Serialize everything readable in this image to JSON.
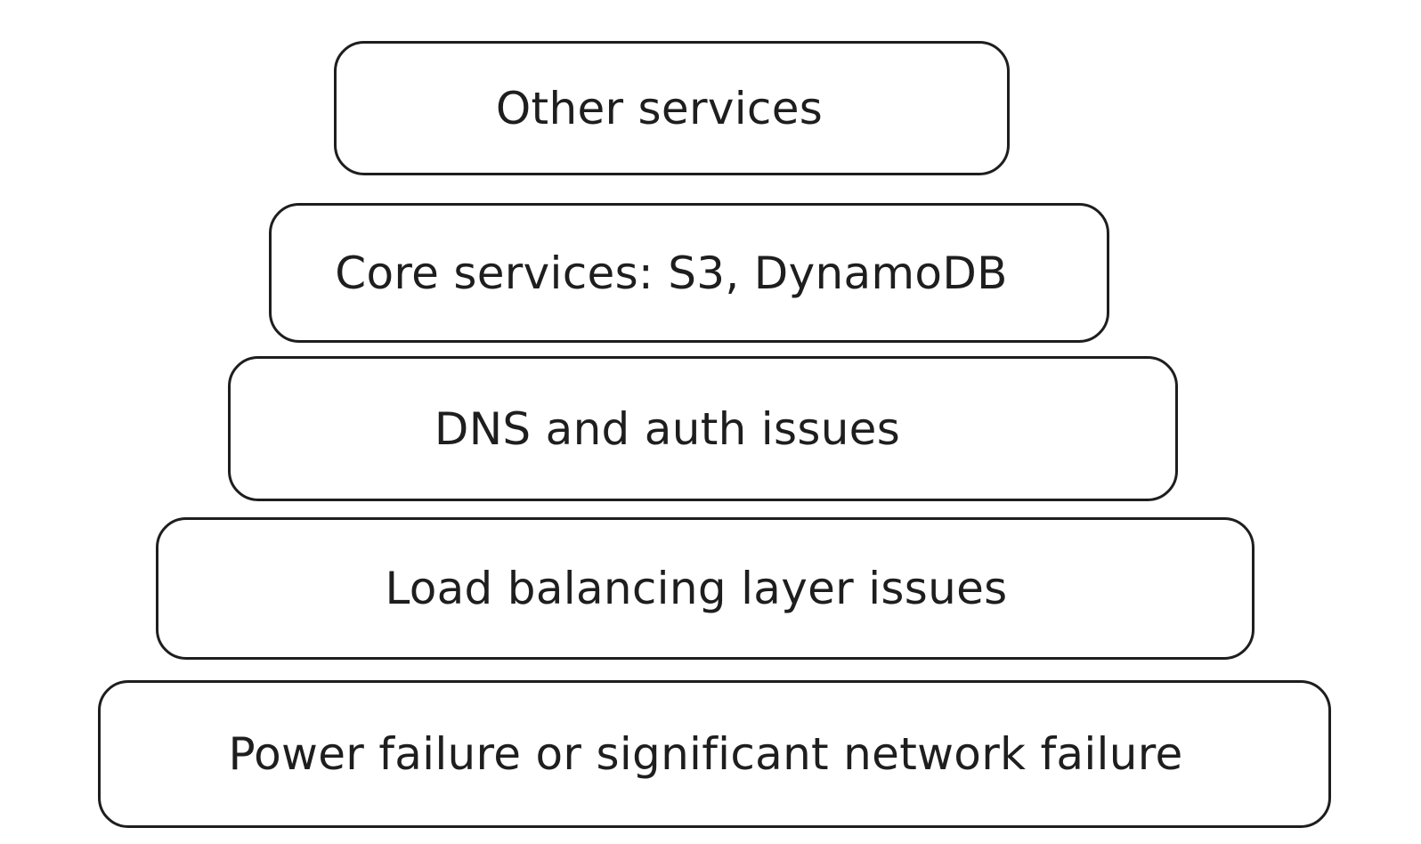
{
  "diagram": {
    "layers": [
      {
        "label": "Other services"
      },
      {
        "label": "Core services: S3, DynamoDB"
      },
      {
        "label": "DNS and auth issues"
      },
      {
        "label": "Load balancing layer issues"
      },
      {
        "label": "Power failure or significant network failure"
      }
    ],
    "colors": {
      "stroke": "#1e1e1e",
      "background": "#ffffff"
    }
  }
}
